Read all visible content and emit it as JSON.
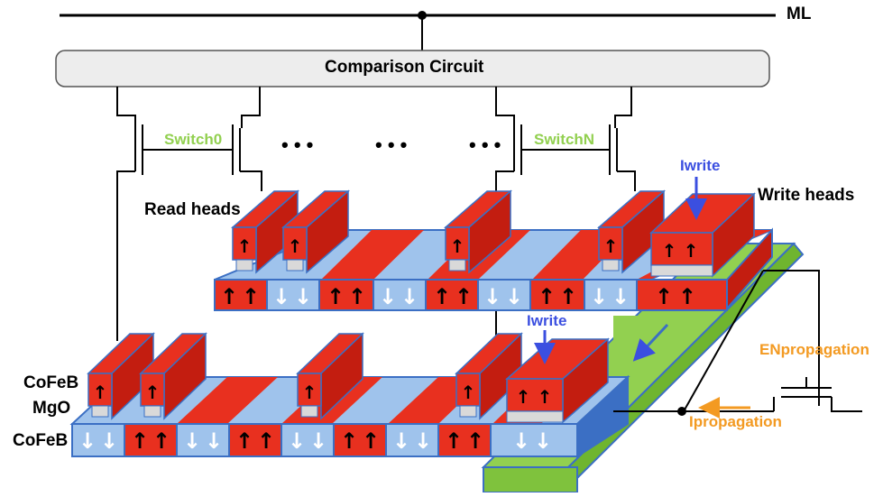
{
  "labels": {
    "ml": "ML",
    "comparison_circuit": "Comparison Circuit",
    "switch0": "Switch0",
    "switchN": "SwitchN",
    "ellipsis": "• • •",
    "read_heads": "Read heads",
    "write_heads": "Write heads",
    "iwrite": "Iwrite",
    "enpropagation": "ENpropagation",
    "ipropagation": "Ipropagation",
    "cofeb": "CoFeB",
    "mgo": "MgO"
  },
  "colors": {
    "red": "#e8301f",
    "red_dark": "#c31d10",
    "blue_light": "#9fc3ec",
    "blue_mid": "#5b8fd6",
    "blue_border": "#3b6fc4",
    "green": "#92d050",
    "orange": "#f39a22",
    "iwrite_blue": "#3b4fe0"
  },
  "track_top": [
    "up",
    "up",
    "down",
    "down",
    "up",
    "up",
    "down",
    "down",
    "up",
    "up",
    "down",
    "down",
    "up",
    "up"
  ],
  "track_bottom": [
    "down",
    "down",
    "up",
    "up",
    "down",
    "down",
    "up",
    "up",
    "down",
    "down",
    "up",
    "up",
    "down",
    "down"
  ]
}
